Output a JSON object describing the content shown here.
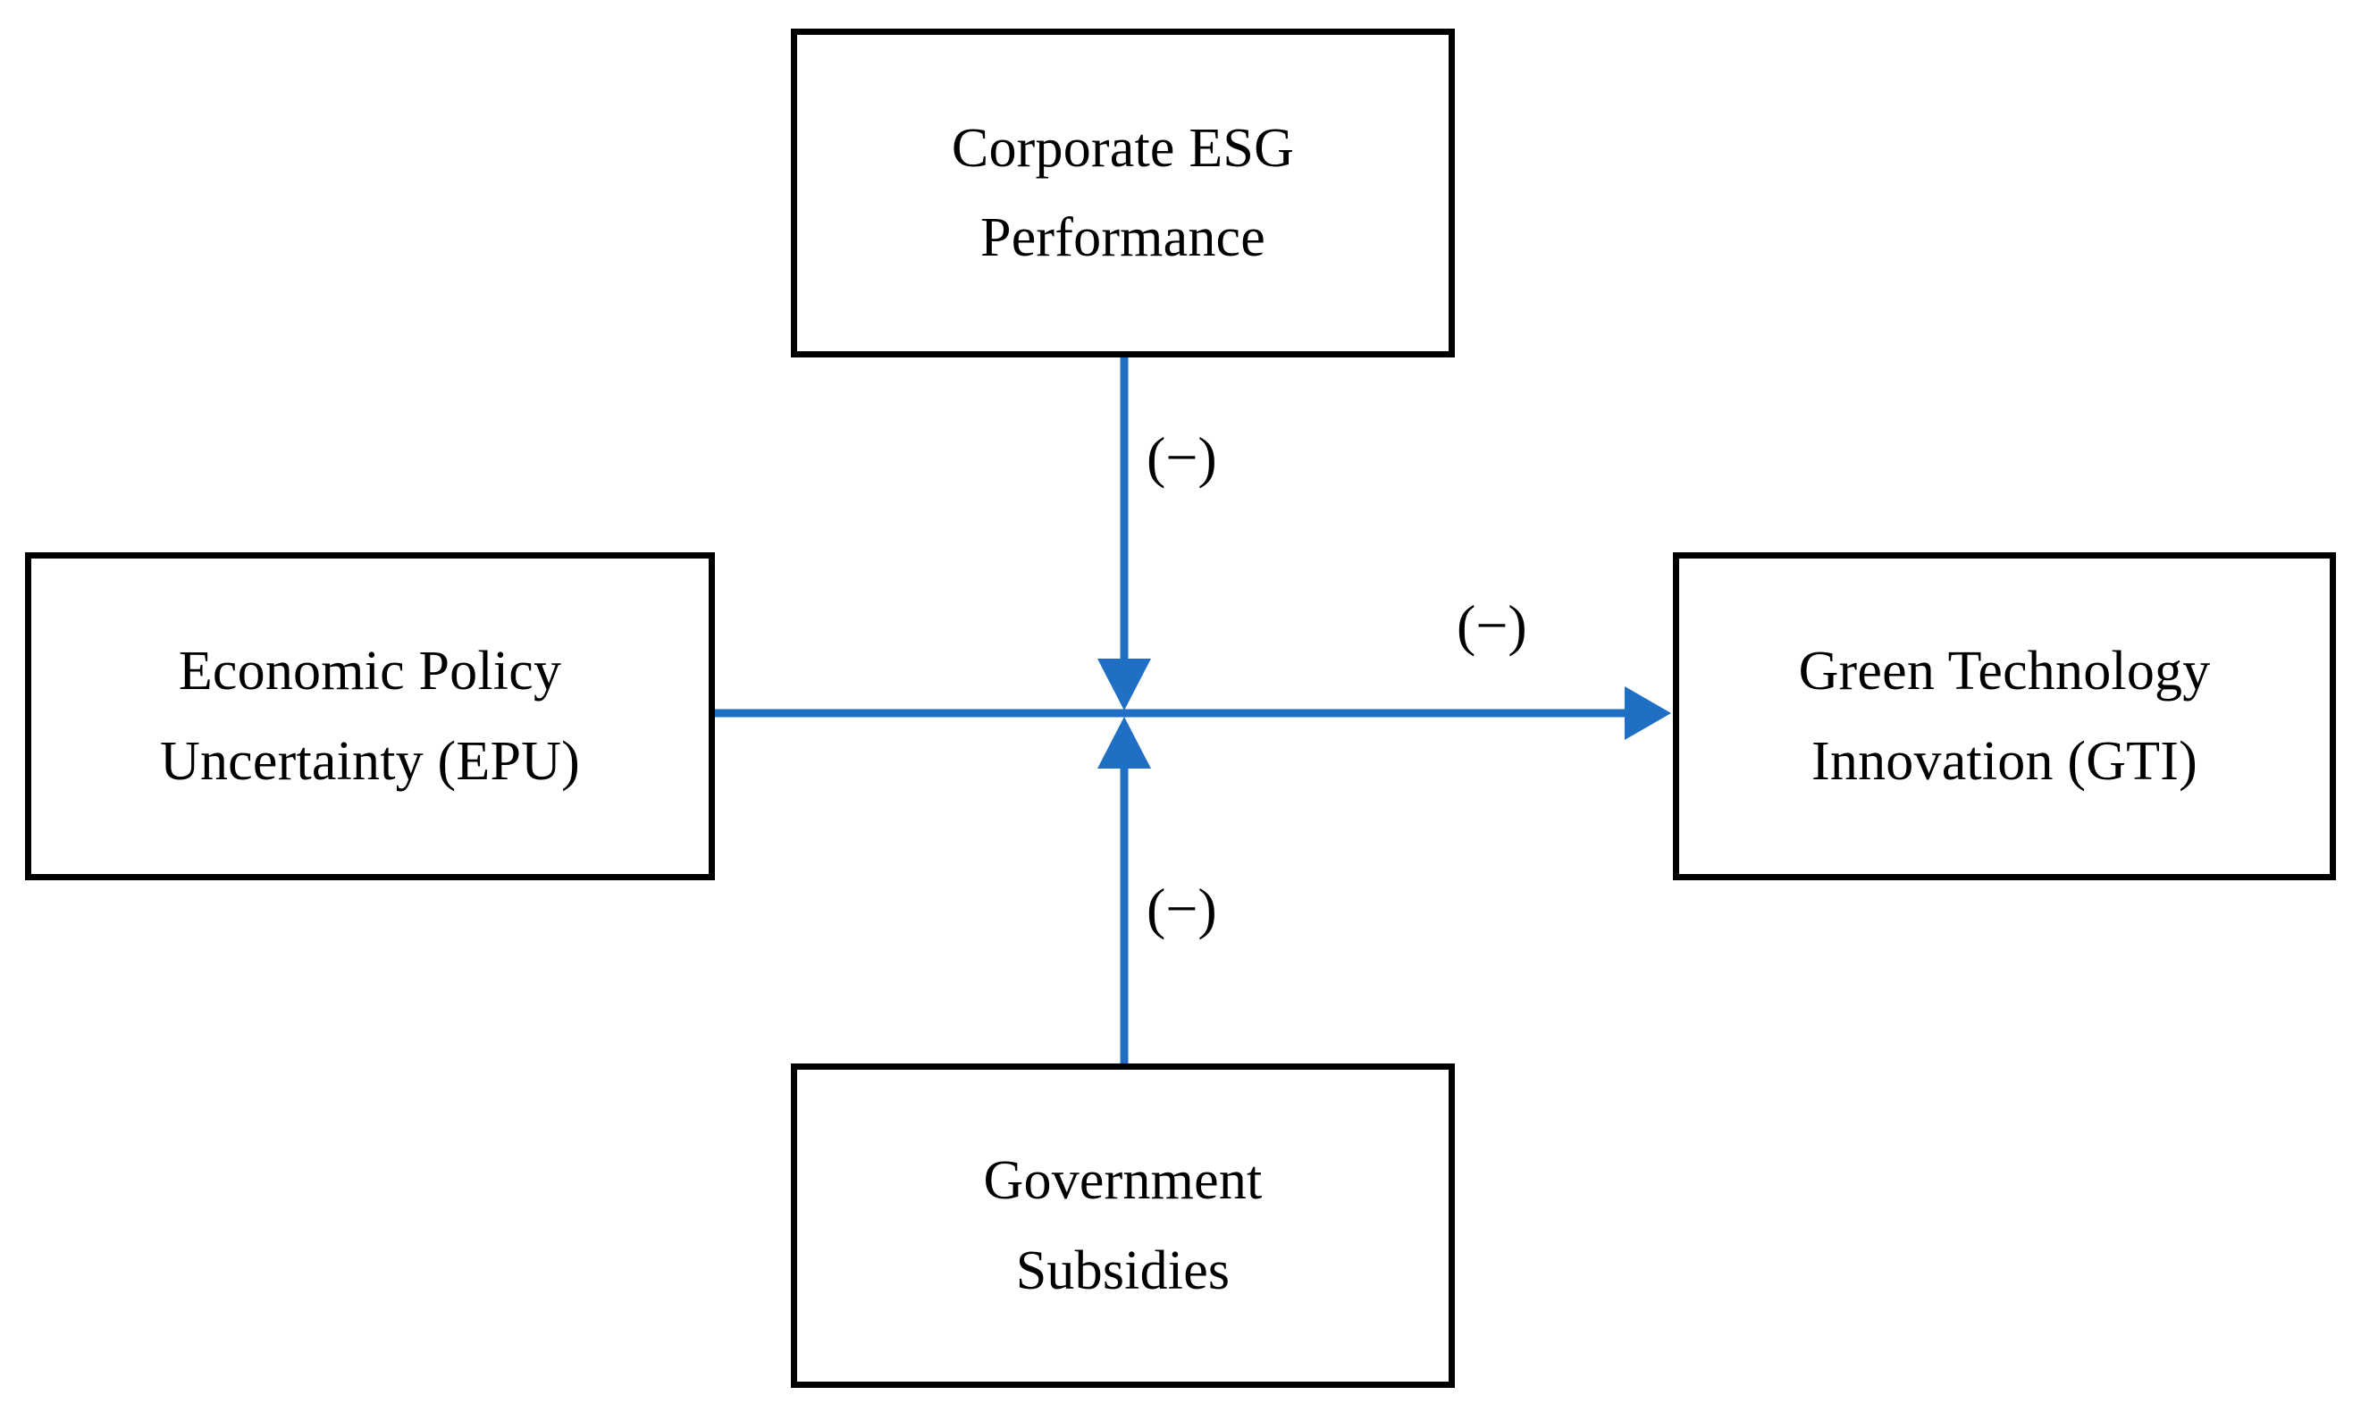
{
  "diagram": {
    "type": "conceptual-framework",
    "background_color": "#ffffff",
    "node_border_color": "#000000",
    "arrow_color": "#1f6fc4",
    "nodes": [
      {
        "id": "esg",
        "label": "Corporate ESG Performance",
        "line1": "Corporate ESG",
        "line2": "Performance",
        "position": "top"
      },
      {
        "id": "epu",
        "label": "Economic Policy Uncertainty (EPU)",
        "line1": "Economic Policy",
        "line2": "Uncertainty (EPU)",
        "position": "left"
      },
      {
        "id": "gti",
        "label": "Green Technology Innovation (GTI)",
        "line1": "Green Technology",
        "line2": "Innovation (GTI)",
        "position": "right"
      },
      {
        "id": "subsidy",
        "label": "Government Subsidies",
        "line1": "Government",
        "line2": "Subsidies",
        "position": "bottom"
      }
    ],
    "edges": [
      {
        "id": "esg-to-center",
        "from": "esg",
        "to": "epu-gti-path",
        "direction": "down",
        "sign": "(−)",
        "meaning": "negative moderation"
      },
      {
        "id": "epu-to-gti",
        "from": "epu",
        "to": "gti",
        "direction": "right",
        "sign": "(−)",
        "meaning": "negative effect"
      },
      {
        "id": "subsidy-to-center",
        "from": "subsidy",
        "to": "epu-gti-path",
        "direction": "up",
        "sign": "(−)",
        "meaning": "negative moderation"
      }
    ]
  }
}
